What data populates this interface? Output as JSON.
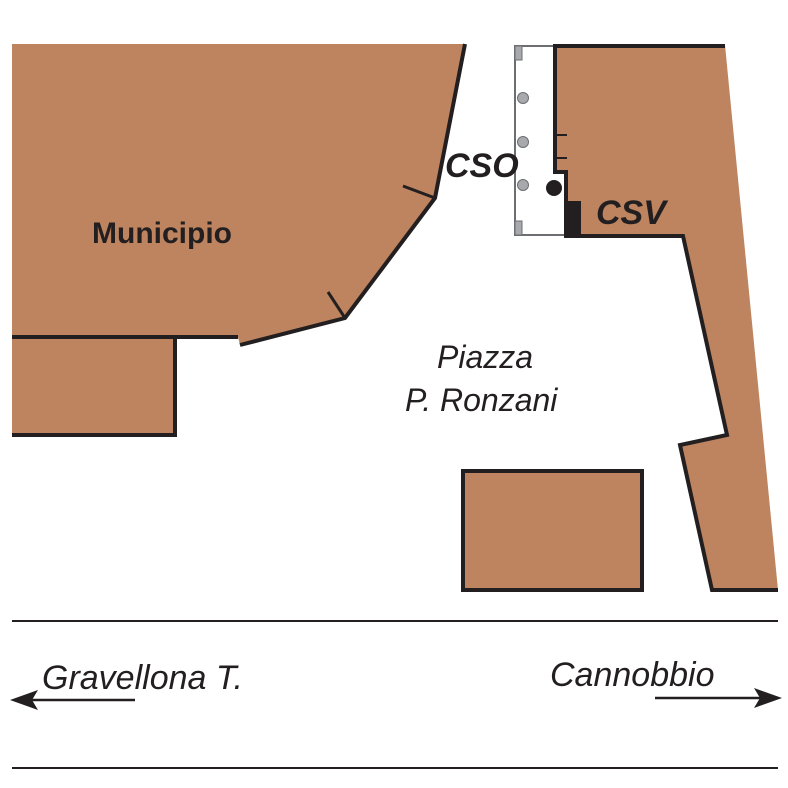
{
  "colors": {
    "building": "#bd845f",
    "outline": "#231f20",
    "detail": "#a7a9ac"
  },
  "labels": {
    "municipio": "Municipio",
    "cso": "CSO",
    "csv": "CSV",
    "piazza_line1": "Piazza",
    "piazza_line2": "P. Ronzani",
    "west_direction": "Gravellona T.",
    "east_direction": "Cannobbio"
  }
}
